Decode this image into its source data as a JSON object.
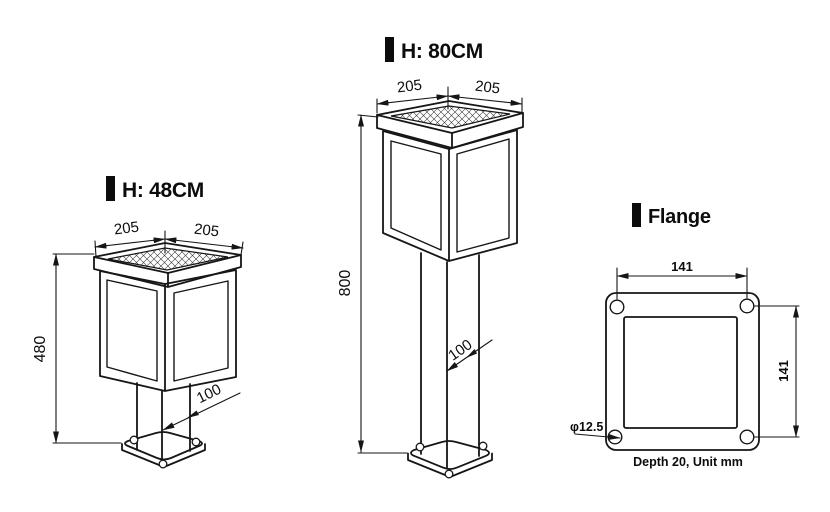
{
  "lamp48": {
    "title": "H: 48CM",
    "dim_top_left": "205",
    "dim_top_right": "205",
    "dim_height": "480",
    "dim_base_width": "100"
  },
  "lamp80": {
    "title": "H: 80CM",
    "dim_top_left": "205",
    "dim_top_right": "205",
    "dim_height": "800",
    "dim_pole_width": "100"
  },
  "flange": {
    "title": "Flange",
    "dim_width": "141",
    "dim_height": "141",
    "hole_label": "φ12.5",
    "note": "Depth 20, Unit mm"
  }
}
